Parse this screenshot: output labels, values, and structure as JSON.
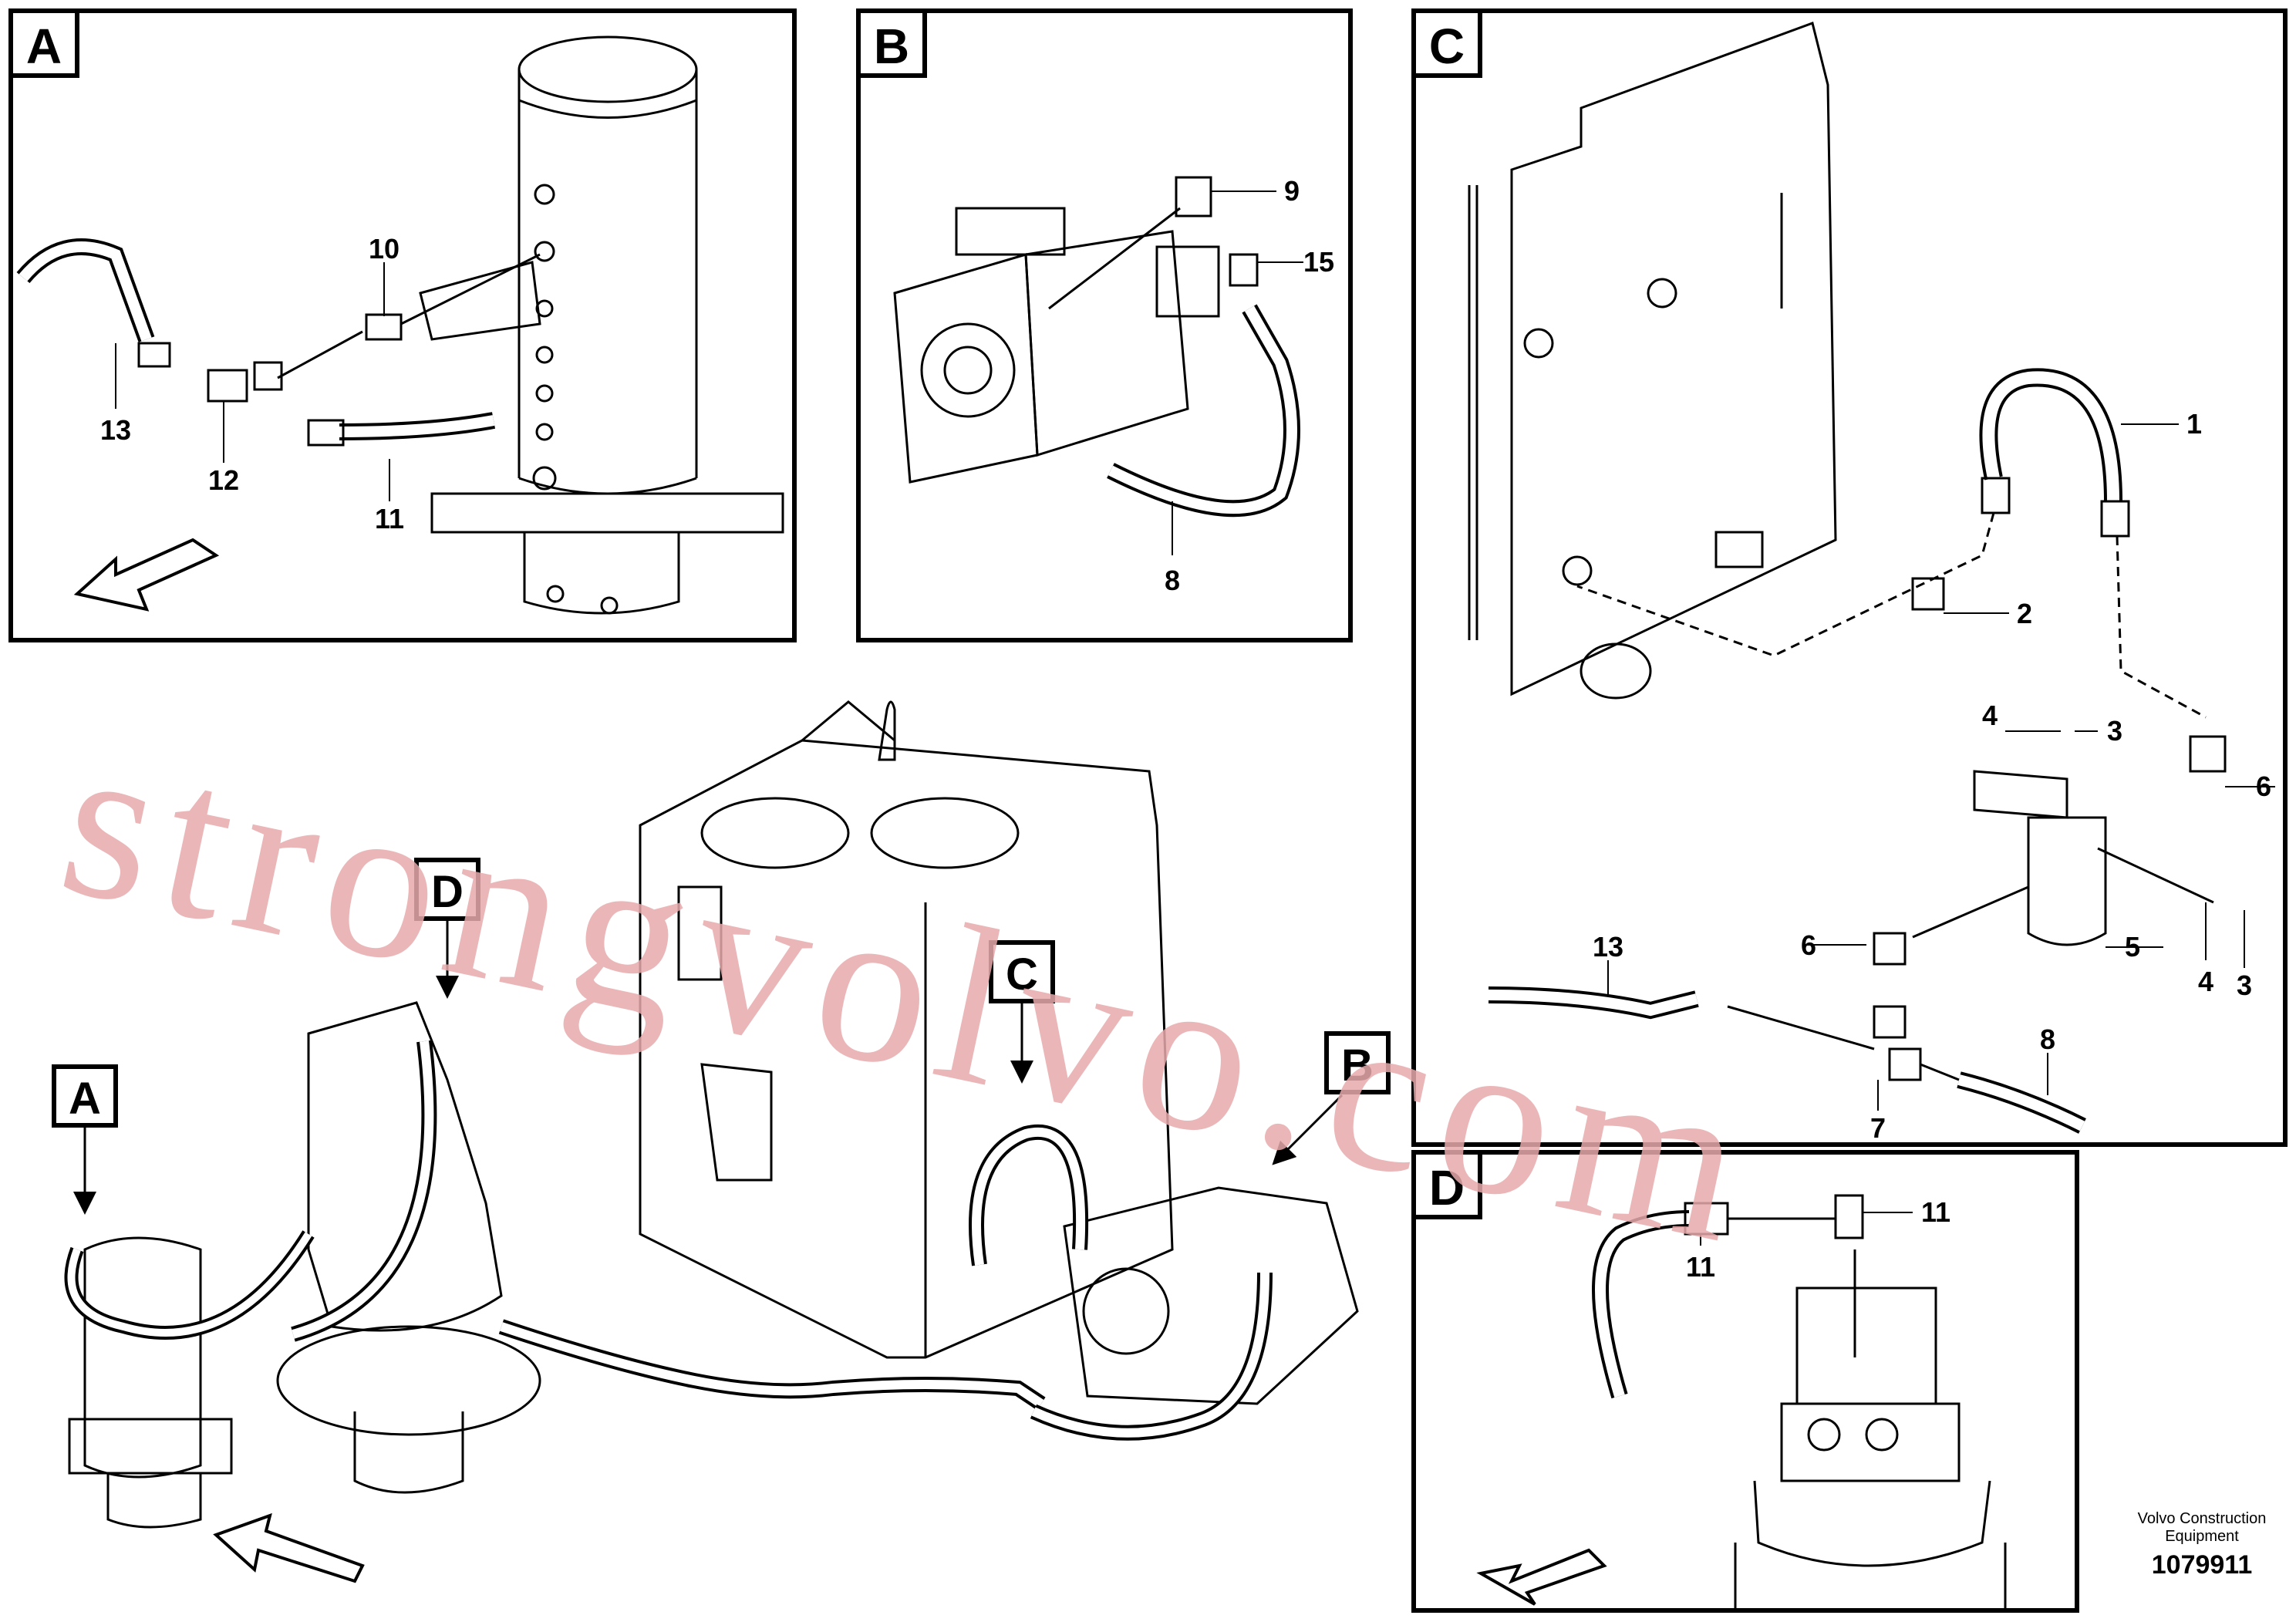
{
  "watermark": "strongvolvo.com",
  "panels": {
    "A": {
      "label": "A",
      "callouts": [
        "10",
        "13",
        "12",
        "11"
      ]
    },
    "B": {
      "label": "B",
      "callouts": [
        "9",
        "15",
        "8"
      ]
    },
    "C": {
      "label": "C",
      "callouts": [
        "1",
        "2",
        "4",
        "3",
        "6",
        "6",
        "5",
        "4",
        "3",
        "13",
        "8",
        "7"
      ]
    },
    "D": {
      "label": "D",
      "callouts": [
        "11",
        "11"
      ]
    }
  },
  "overview_labels": {
    "D": "D",
    "A": "A",
    "C": "C",
    "B": "B"
  },
  "footer": {
    "maker_line1": "Volvo Construction",
    "maker_line2": "Equipment",
    "part_number": "1079911"
  },
  "colors": {
    "line": "#000000",
    "watermark": "#e8a9ab",
    "background": "#ffffff"
  }
}
